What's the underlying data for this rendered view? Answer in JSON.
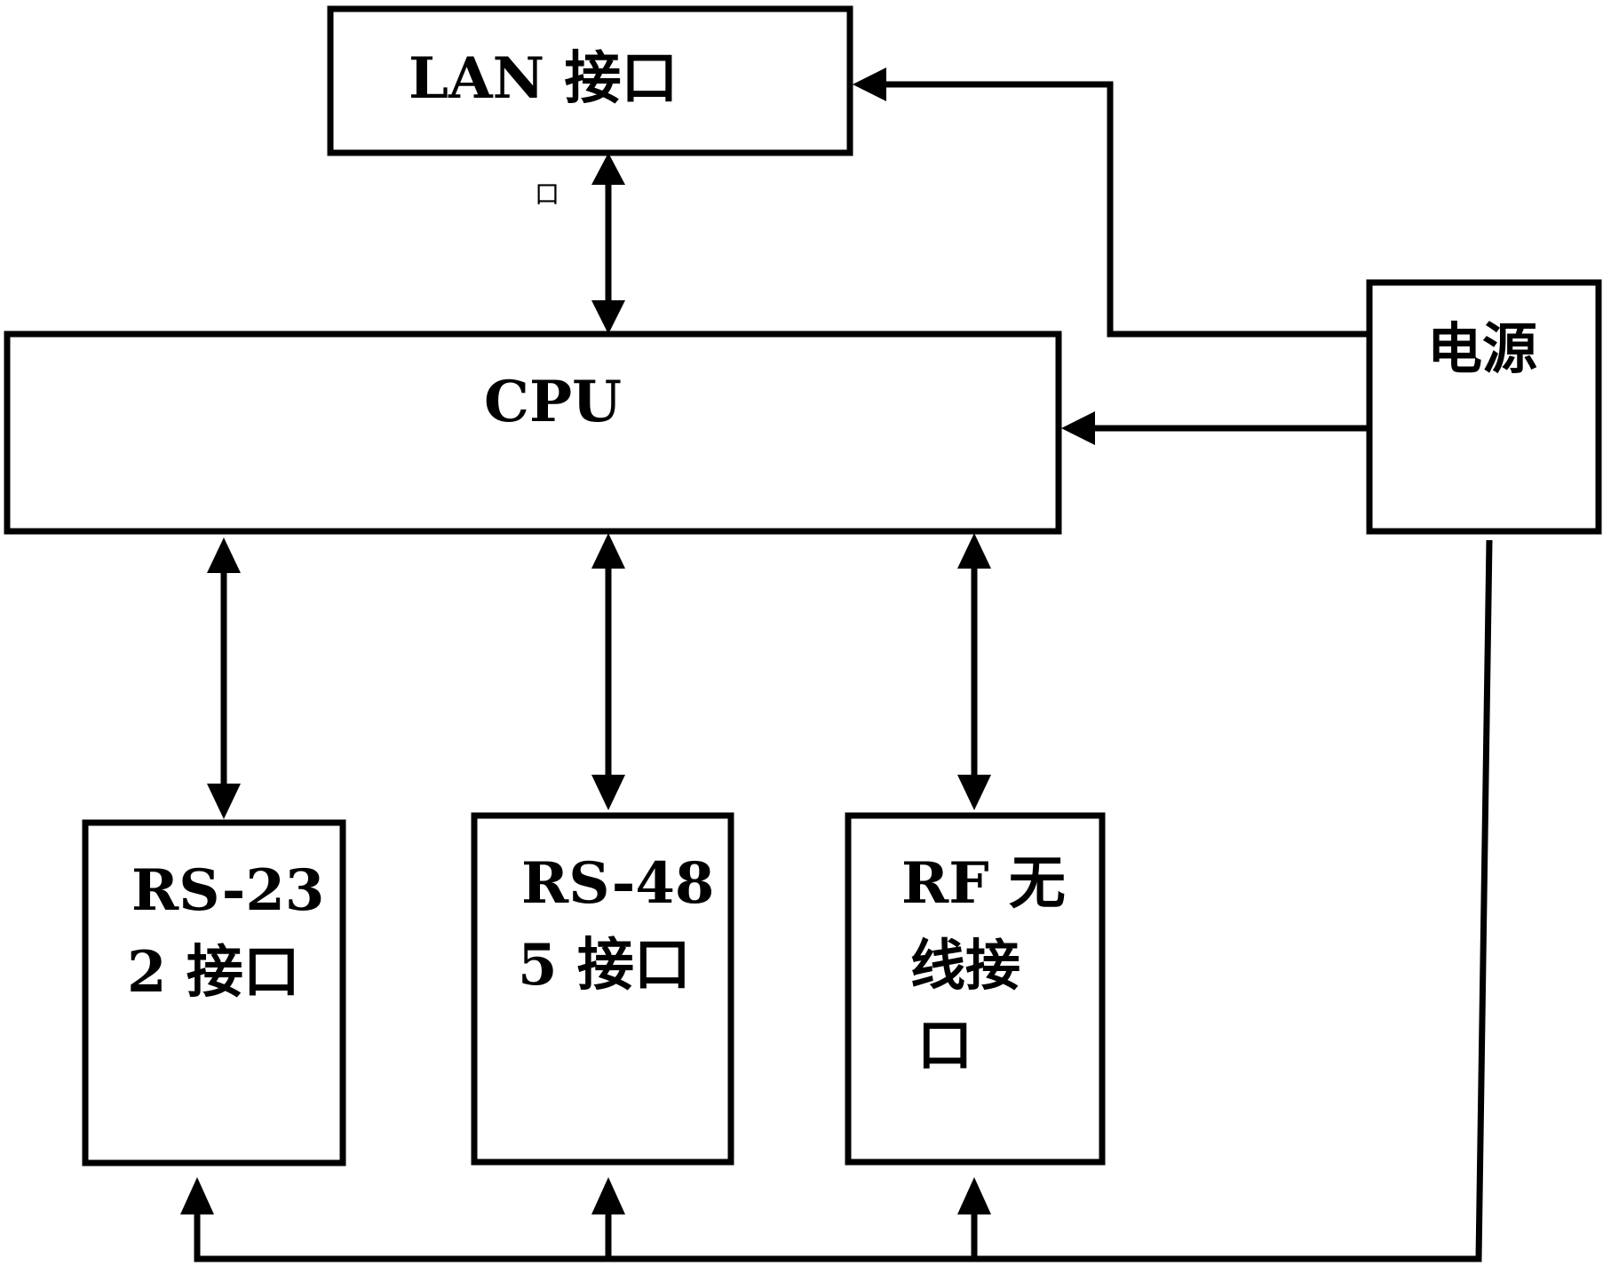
{
  "blocks": {
    "lan": "LAN 接口",
    "cpu": "CPU",
    "power": "电源",
    "rs232": [
      "RS-23",
      "2 接口"
    ],
    "rs485": [
      "RS-48",
      "5 接口"
    ],
    "rf": [
      "RF 无",
      "线接",
      "口"
    ]
  },
  "stray_mark": "口",
  "colors": {
    "line": "#000000",
    "background": "#ffffff"
  }
}
